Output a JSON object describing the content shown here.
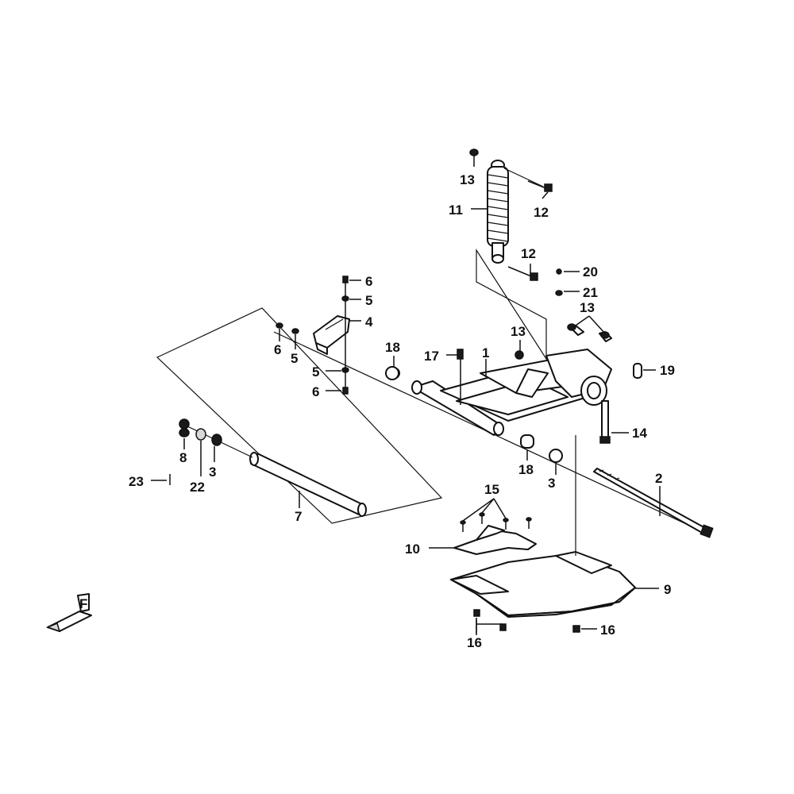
{
  "callouts": {
    "c1": "1",
    "c2": "2",
    "c3a": "3",
    "c3b": "3",
    "c4": "4",
    "c5a": "5",
    "c5b": "5",
    "c5c": "5",
    "c6a": "6",
    "c6b": "6",
    "c6c": "6",
    "c7": "7",
    "c8": "8",
    "c9": "9",
    "c10": "10",
    "c11": "11",
    "c12a": "12",
    "c12b": "12",
    "c13a": "13",
    "c13b": "13",
    "c13c": "13",
    "c14": "14",
    "c15": "15",
    "c16a": "16",
    "c16b": "16",
    "c17": "17",
    "c18a": "18",
    "c18b": "18",
    "c19": "19",
    "c20": "20",
    "c21": "21",
    "c22": "22",
    "c23": "23"
  },
  "front_marker": "F"
}
